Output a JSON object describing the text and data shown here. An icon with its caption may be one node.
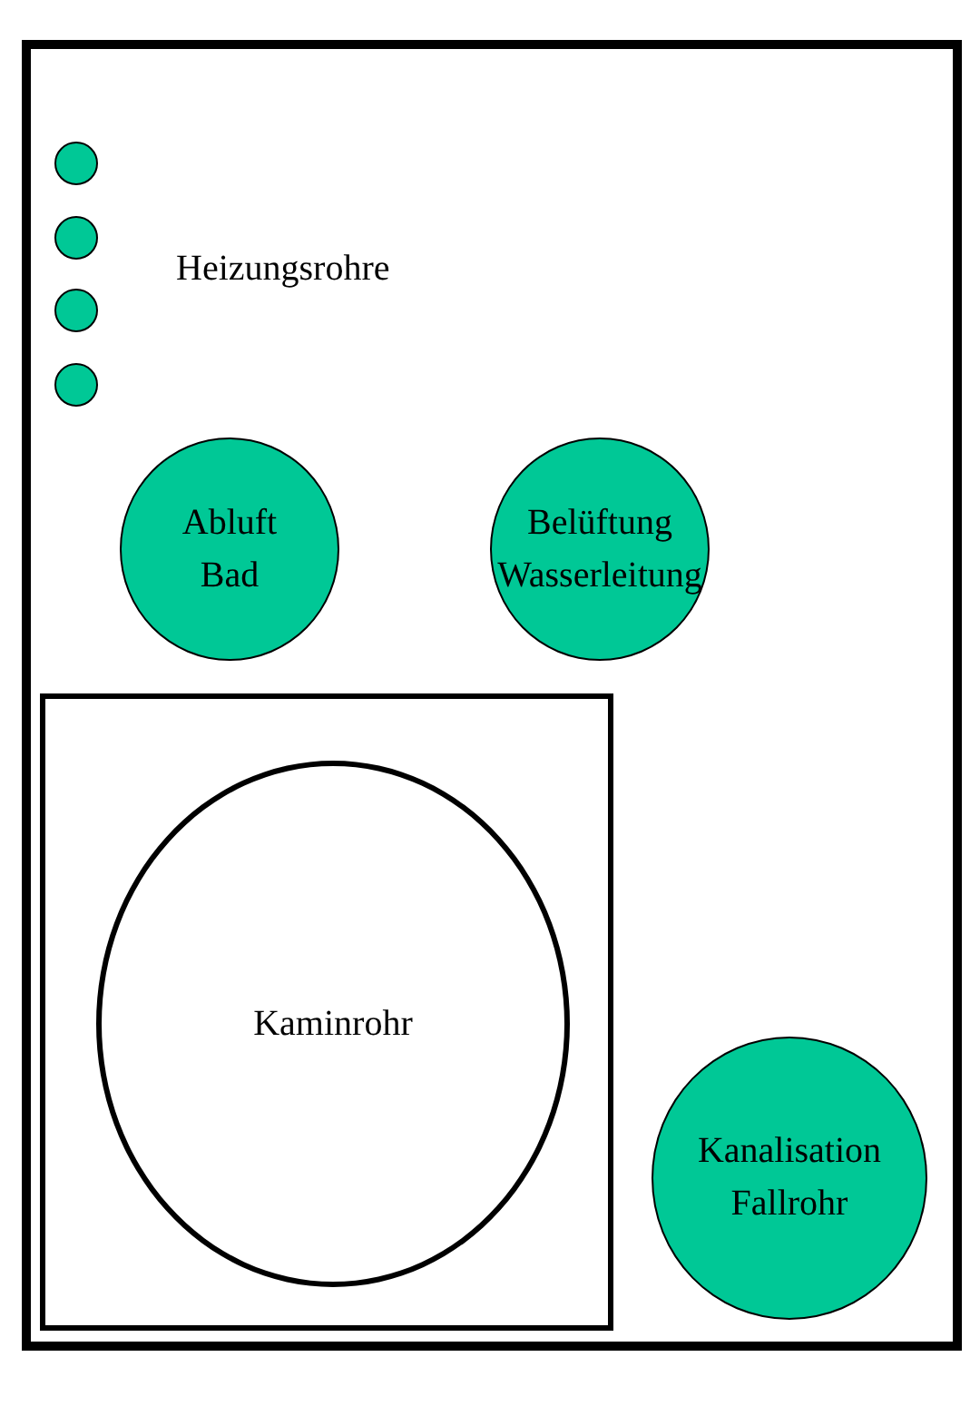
{
  "diagram": {
    "nodes": [
      {
        "text": [],
        "shape": "box"
      },
      {
        "text": [],
        "shape": "circle",
        "in": 0
      },
      {
        "text": [],
        "shape": "circle",
        "in": 0
      },
      {
        "text": [],
        "shape": "circle",
        "in": 0
      },
      {
        "text": [],
        "shape": "circle",
        "in": 0
      },
      {
        "text": [
          "Abluft Bad"
        ],
        "in": 0
      },
      {
        "text": [
          "Belüftung Wasserleitung"
        ],
        "in": 0
      },
      {
        "text": [],
        "shape": "box",
        "in": 0
      },
      {
        "text": [
          "Kaminrohr"
        ],
        "in": 7
      },
      {
        "text": [
          "Kanalisation Fallrohr"
        ],
        "in": 0
      }
    ],
    "labels": [
      "Heizungsrohre"
    ]
  }
}
